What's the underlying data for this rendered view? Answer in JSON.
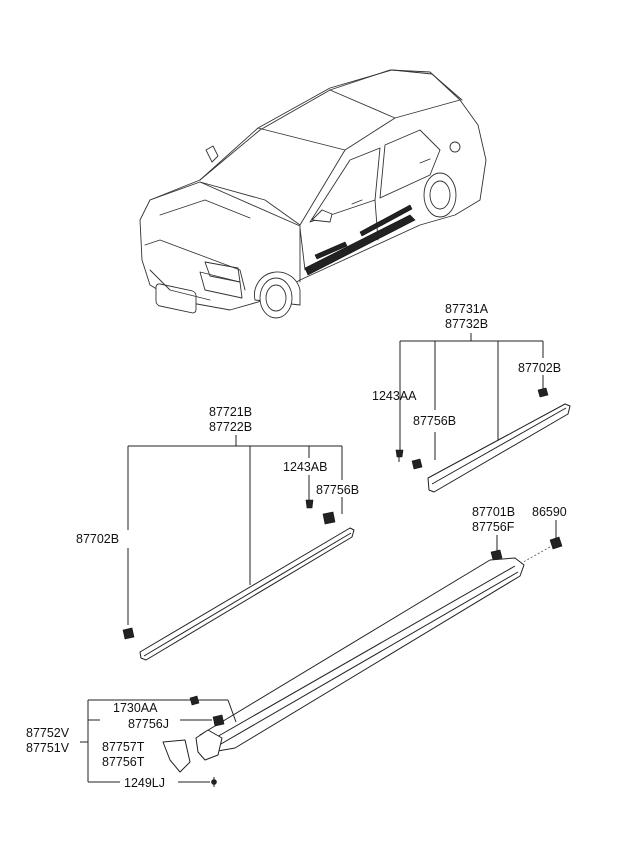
{
  "parts": {
    "p87731A": "87731A",
    "p87732B": "87732B",
    "p1243AA": "1243AA",
    "p87756B_upper": "87756B",
    "p87702B_upper": "87702B",
    "p87721B": "87721B",
    "p87722B": "87722B",
    "p1243AB": "1243AB",
    "p87756B_lower": "87756B",
    "p87702B_lower": "87702B",
    "p87701B": "87701B",
    "p87756F": "87756F",
    "p86590": "86590",
    "p1730AA": "1730AA",
    "p87756J": "87756J",
    "p87752V": "87752V",
    "p87751V": "87751V",
    "p87757T": "87757T",
    "p87756T": "87756T",
    "p1249LJ": "1249LJ"
  }
}
